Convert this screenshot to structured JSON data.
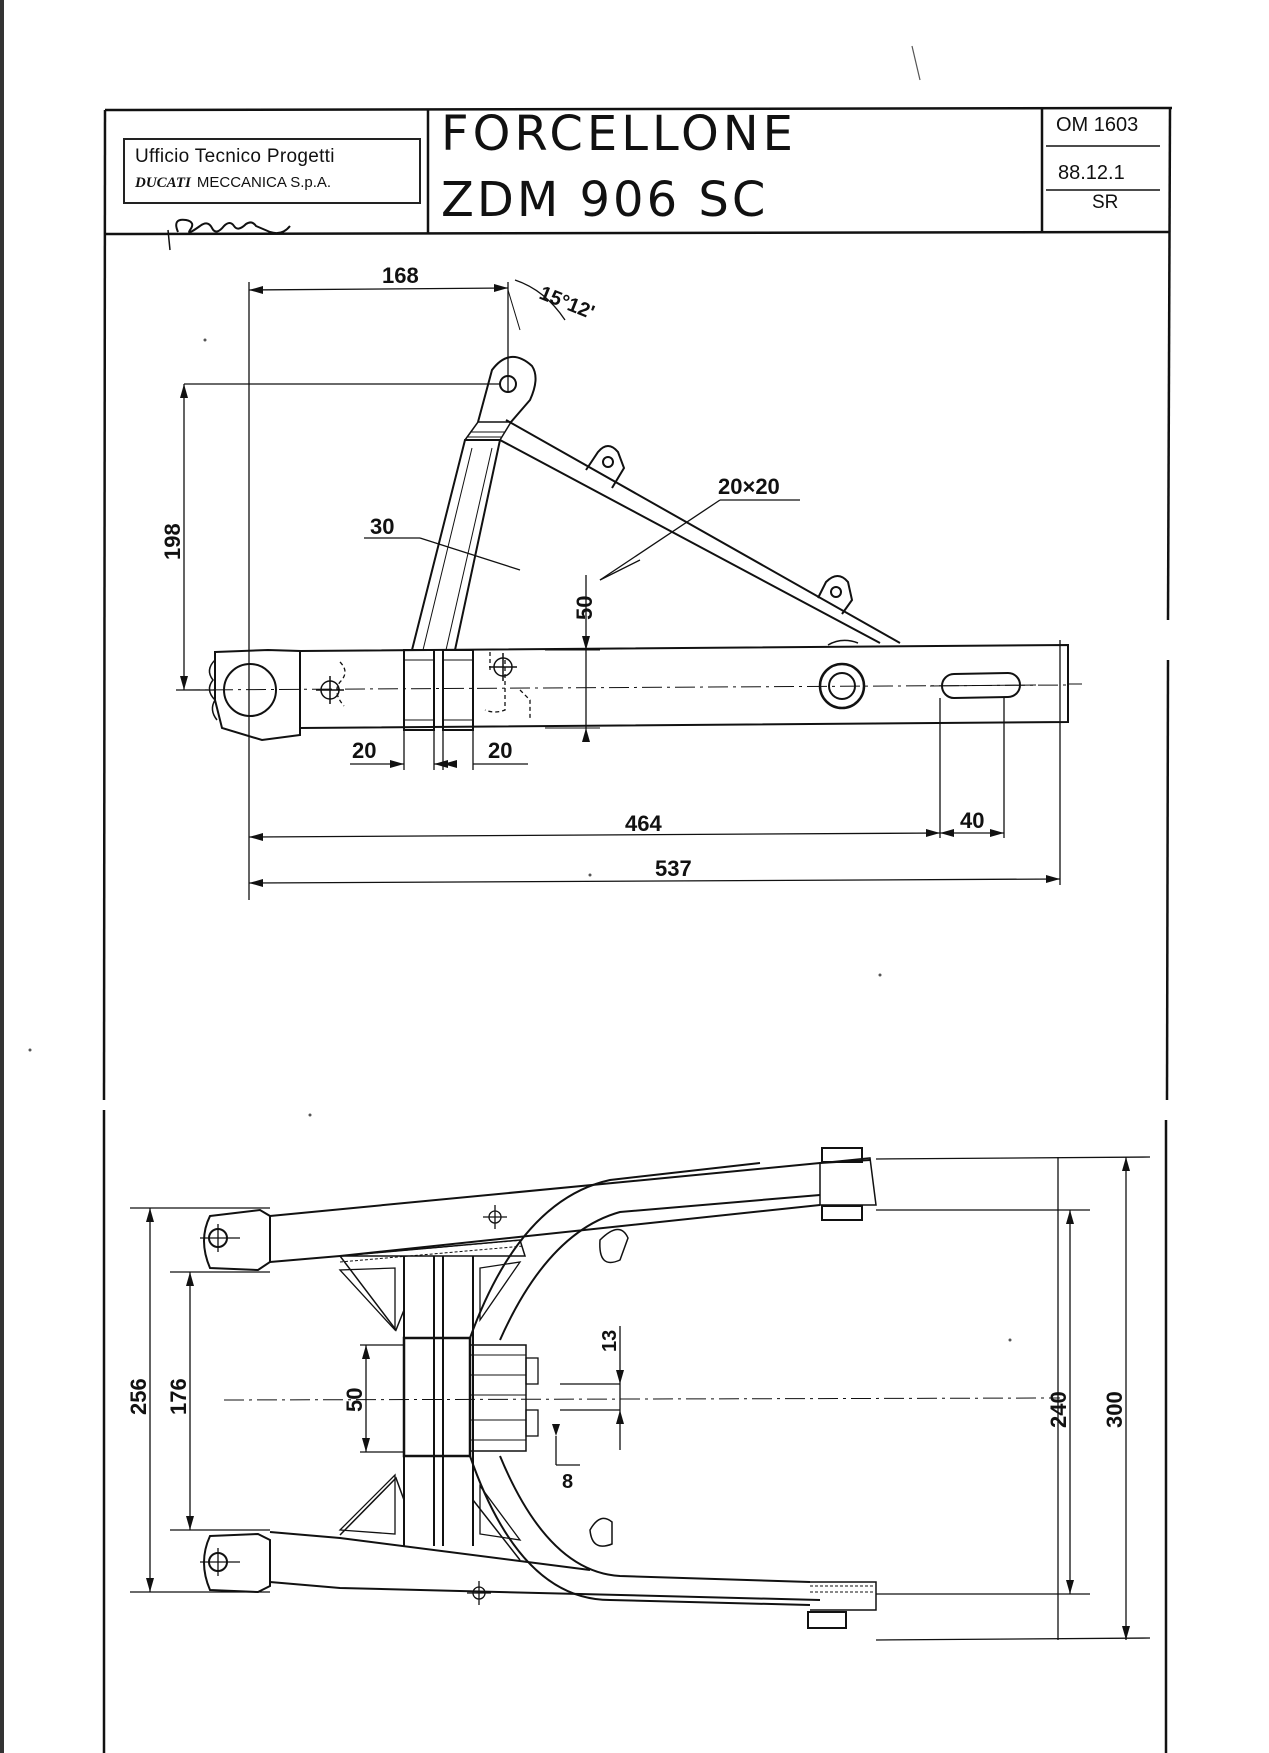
{
  "title_block": {
    "office_line1": "Ufficio Tecnico Progetti",
    "company_brand": "DUCATI",
    "company_rest": "MECCANICA S.p.A.",
    "title_line1": "FORCELLONE",
    "title_line2": "ZDM 906 SC",
    "drawing_number": "OM 1603",
    "date": "88.12.1",
    "initials": "SR"
  },
  "side_view_dimensions": {
    "d168": "168",
    "angle": "15°12'",
    "d198": "198",
    "d30": "30",
    "d20x20": "20×20",
    "d50": "50",
    "d20_left": "20",
    "d20_right": "20",
    "d464": "464",
    "d40": "40",
    "d537": "537"
  },
  "top_view_dimensions": {
    "d256": "256",
    "d176": "176",
    "d50": "50",
    "d13": "13",
    "d8": "8",
    "d240": "240",
    "d300": "300"
  }
}
